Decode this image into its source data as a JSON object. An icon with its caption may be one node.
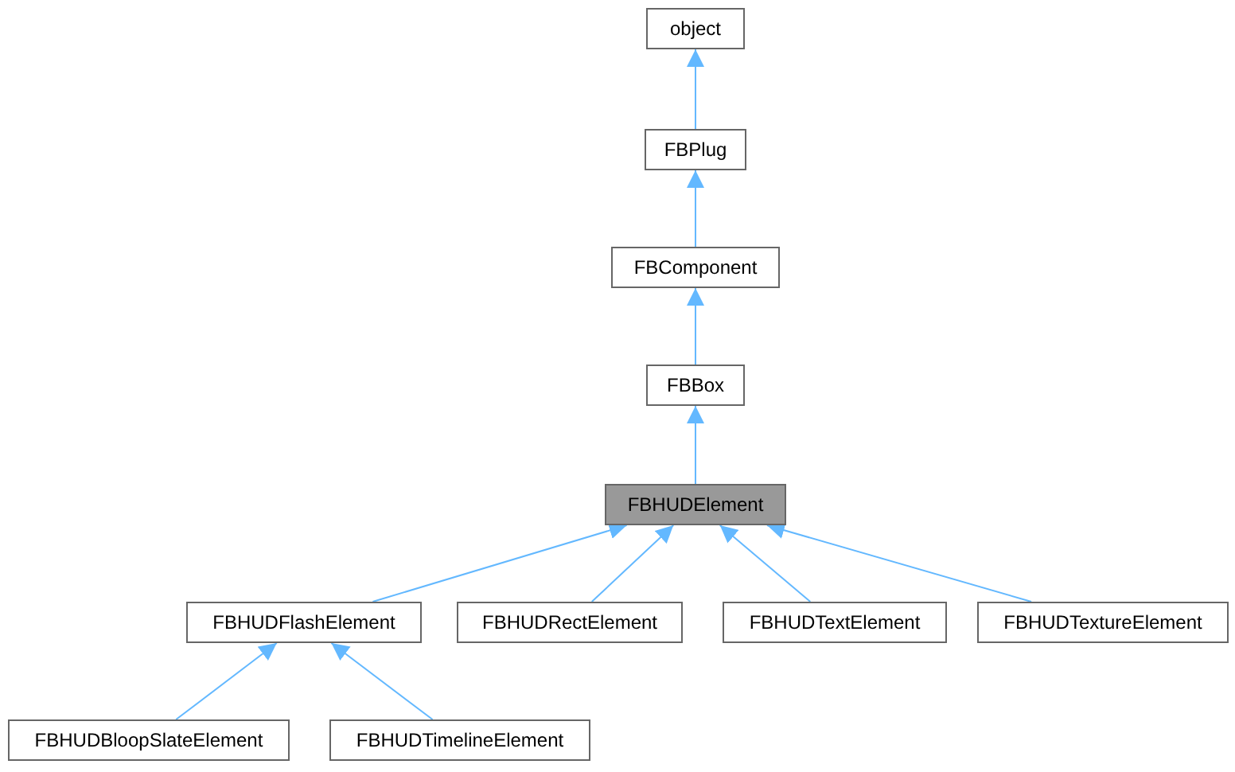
{
  "diagram": {
    "nodes": [
      {
        "text": [
          "object"
        ]
      },
      {
        "text": [
          "FBPlug"
        ]
      },
      {
        "text": [
          "FBComponent"
        ]
      },
      {
        "text": [
          "FBBox"
        ]
      },
      {
        "text": [
          "FBHUDElement"
        ]
      },
      {
        "text": [
          "FBHUDFlashElement"
        ]
      },
      {
        "text": [
          "FBHUDRectElement"
        ]
      },
      {
        "text": [
          "FBHUDTextElement"
        ]
      },
      {
        "text": [
          "FBHUDTextureElement"
        ]
      },
      {
        "text": [
          "FBHUDBloopSlateElement"
        ]
      },
      {
        "text": [
          "FBHUDTimelineElement"
        ]
      }
    ],
    "edges": [
      {
        "from": 1,
        "to": 0,
        "arrow": "to"
      },
      {
        "from": 2,
        "to": 1,
        "arrow": "to"
      },
      {
        "from": 3,
        "to": 2,
        "arrow": "to"
      },
      {
        "from": 4,
        "to": 3,
        "arrow": "to"
      },
      {
        "from": 5,
        "to": 4,
        "arrow": "to"
      },
      {
        "from": 6,
        "to": 4,
        "arrow": "to"
      },
      {
        "from": 7,
        "to": 4,
        "arrow": "to"
      },
      {
        "from": 8,
        "to": 4,
        "arrow": "to"
      },
      {
        "from": 9,
        "to": 5,
        "arrow": "to"
      },
      {
        "from": 10,
        "to": 5,
        "arrow": "to"
      }
    ]
  }
}
